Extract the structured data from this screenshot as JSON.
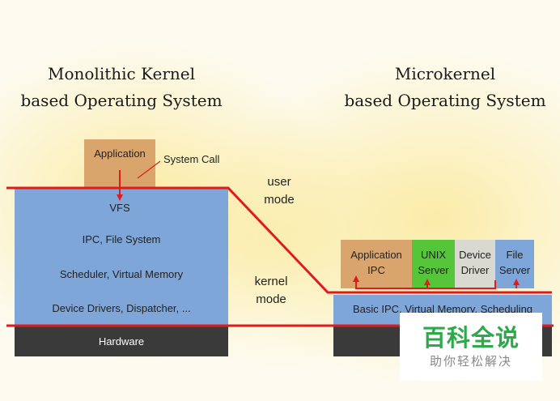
{
  "left_title": [
    "Monolithic Kernel",
    "based Operating System"
  ],
  "right_title": [
    "Microkernel",
    "based Operating System"
  ],
  "monolithic": {
    "application": "Application",
    "system_call": "System Call",
    "layers": [
      "VFS",
      "IPC, File System",
      "Scheduler, Virtual Memory",
      "Device Drivers, Dispatcher, ..."
    ],
    "hardware": "Hardware"
  },
  "mode_labels": {
    "user": [
      "user",
      "mode"
    ],
    "kernel": [
      "kernel",
      "mode"
    ]
  },
  "microkernel": {
    "servers": [
      {
        "lines": [
          "Application",
          "IPC"
        ],
        "color": "#d9a56d"
      },
      {
        "lines": [
          "UNIX",
          "Server"
        ],
        "color": "#55c53a"
      },
      {
        "lines": [
          "Device",
          "Driver"
        ],
        "color": "#d9d9d2"
      },
      {
        "lines": [
          "File",
          "Server"
        ],
        "color": "#7fa6d8"
      }
    ],
    "kernel": "Basic IPC, Virtual Memory, Scheduling"
  },
  "colors": {
    "kernel_blue": "#7fa6d8",
    "application_tan": "#d9a56d",
    "hardware_dark": "#3a3a3a",
    "boundary_red": "#e01b1b"
  },
  "watermark": {
    "main": "百科全说",
    "sub": "助你轻松解决"
  }
}
